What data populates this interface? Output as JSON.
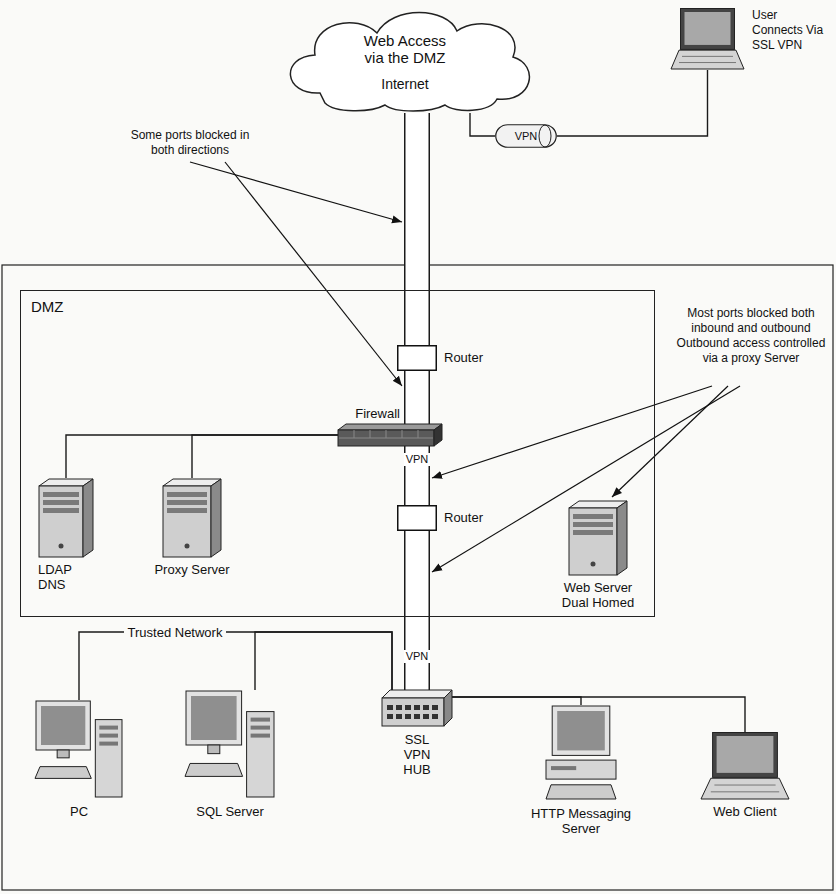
{
  "diagram": {
    "title": "Web Access via the DMZ",
    "nodes": [
      {
        "text": [
          "Internet"
        ]
      },
      {
        "text": [
          "User Connects Via SSL VPN"
        ]
      },
      {
        "text": [
          "VPN"
        ]
      },
      {
        "text": [
          "DMZ"
        ]
      },
      {
        "text": [
          "Router"
        ],
        "in": 3
      },
      {
        "text": [
          "Firewall"
        ],
        "in": 3
      },
      {
        "text": [
          "Router"
        ],
        "in": 3
      },
      {
        "text": [
          "LDAP DNS"
        ],
        "in": 3
      },
      {
        "text": [
          "Proxy Server"
        ],
        "in": 3
      },
      {
        "text": [
          "Web Server Dual Homed"
        ],
        "in": 3
      },
      {
        "text": [
          "PC"
        ]
      },
      {
        "text": [
          "SQL Server"
        ]
      },
      {
        "text": [
          "SSL VPN HUB"
        ]
      },
      {
        "text": [
          "HTTP Messaging Server"
        ]
      },
      {
        "text": [
          "Web Client"
        ]
      }
    ],
    "edges": [
      {
        "from": 1,
        "to": 2,
        "arrow": "none"
      },
      {
        "from": 2,
        "to": 0,
        "arrow": "none"
      },
      {
        "from": 0,
        "to": 4,
        "arrow": "none"
      },
      {
        "from": 4,
        "to": 5,
        "arrow": "none"
      },
      {
        "from": 5,
        "to": 6,
        "arrow": "none"
      },
      {
        "from": 6,
        "to": 12,
        "arrow": "none"
      },
      {
        "from": 5,
        "to": 7,
        "arrow": "none"
      },
      {
        "from": 5,
        "to": 8,
        "arrow": "none"
      },
      {
        "from": 10,
        "to": 12,
        "label": "Trusted Network",
        "arrow": "none"
      },
      {
        "from": 11,
        "to": 12,
        "arrow": "none"
      },
      {
        "from": 12,
        "to": 13,
        "arrow": "none"
      },
      {
        "from": 12,
        "to": 14,
        "arrow": "none"
      }
    ],
    "labels": [
      "Some ports blocked in both directions",
      "Most ports blocked both inbound and outbound Outbound access controlled via a proxy Server",
      "VPN",
      "VPN"
    ]
  }
}
